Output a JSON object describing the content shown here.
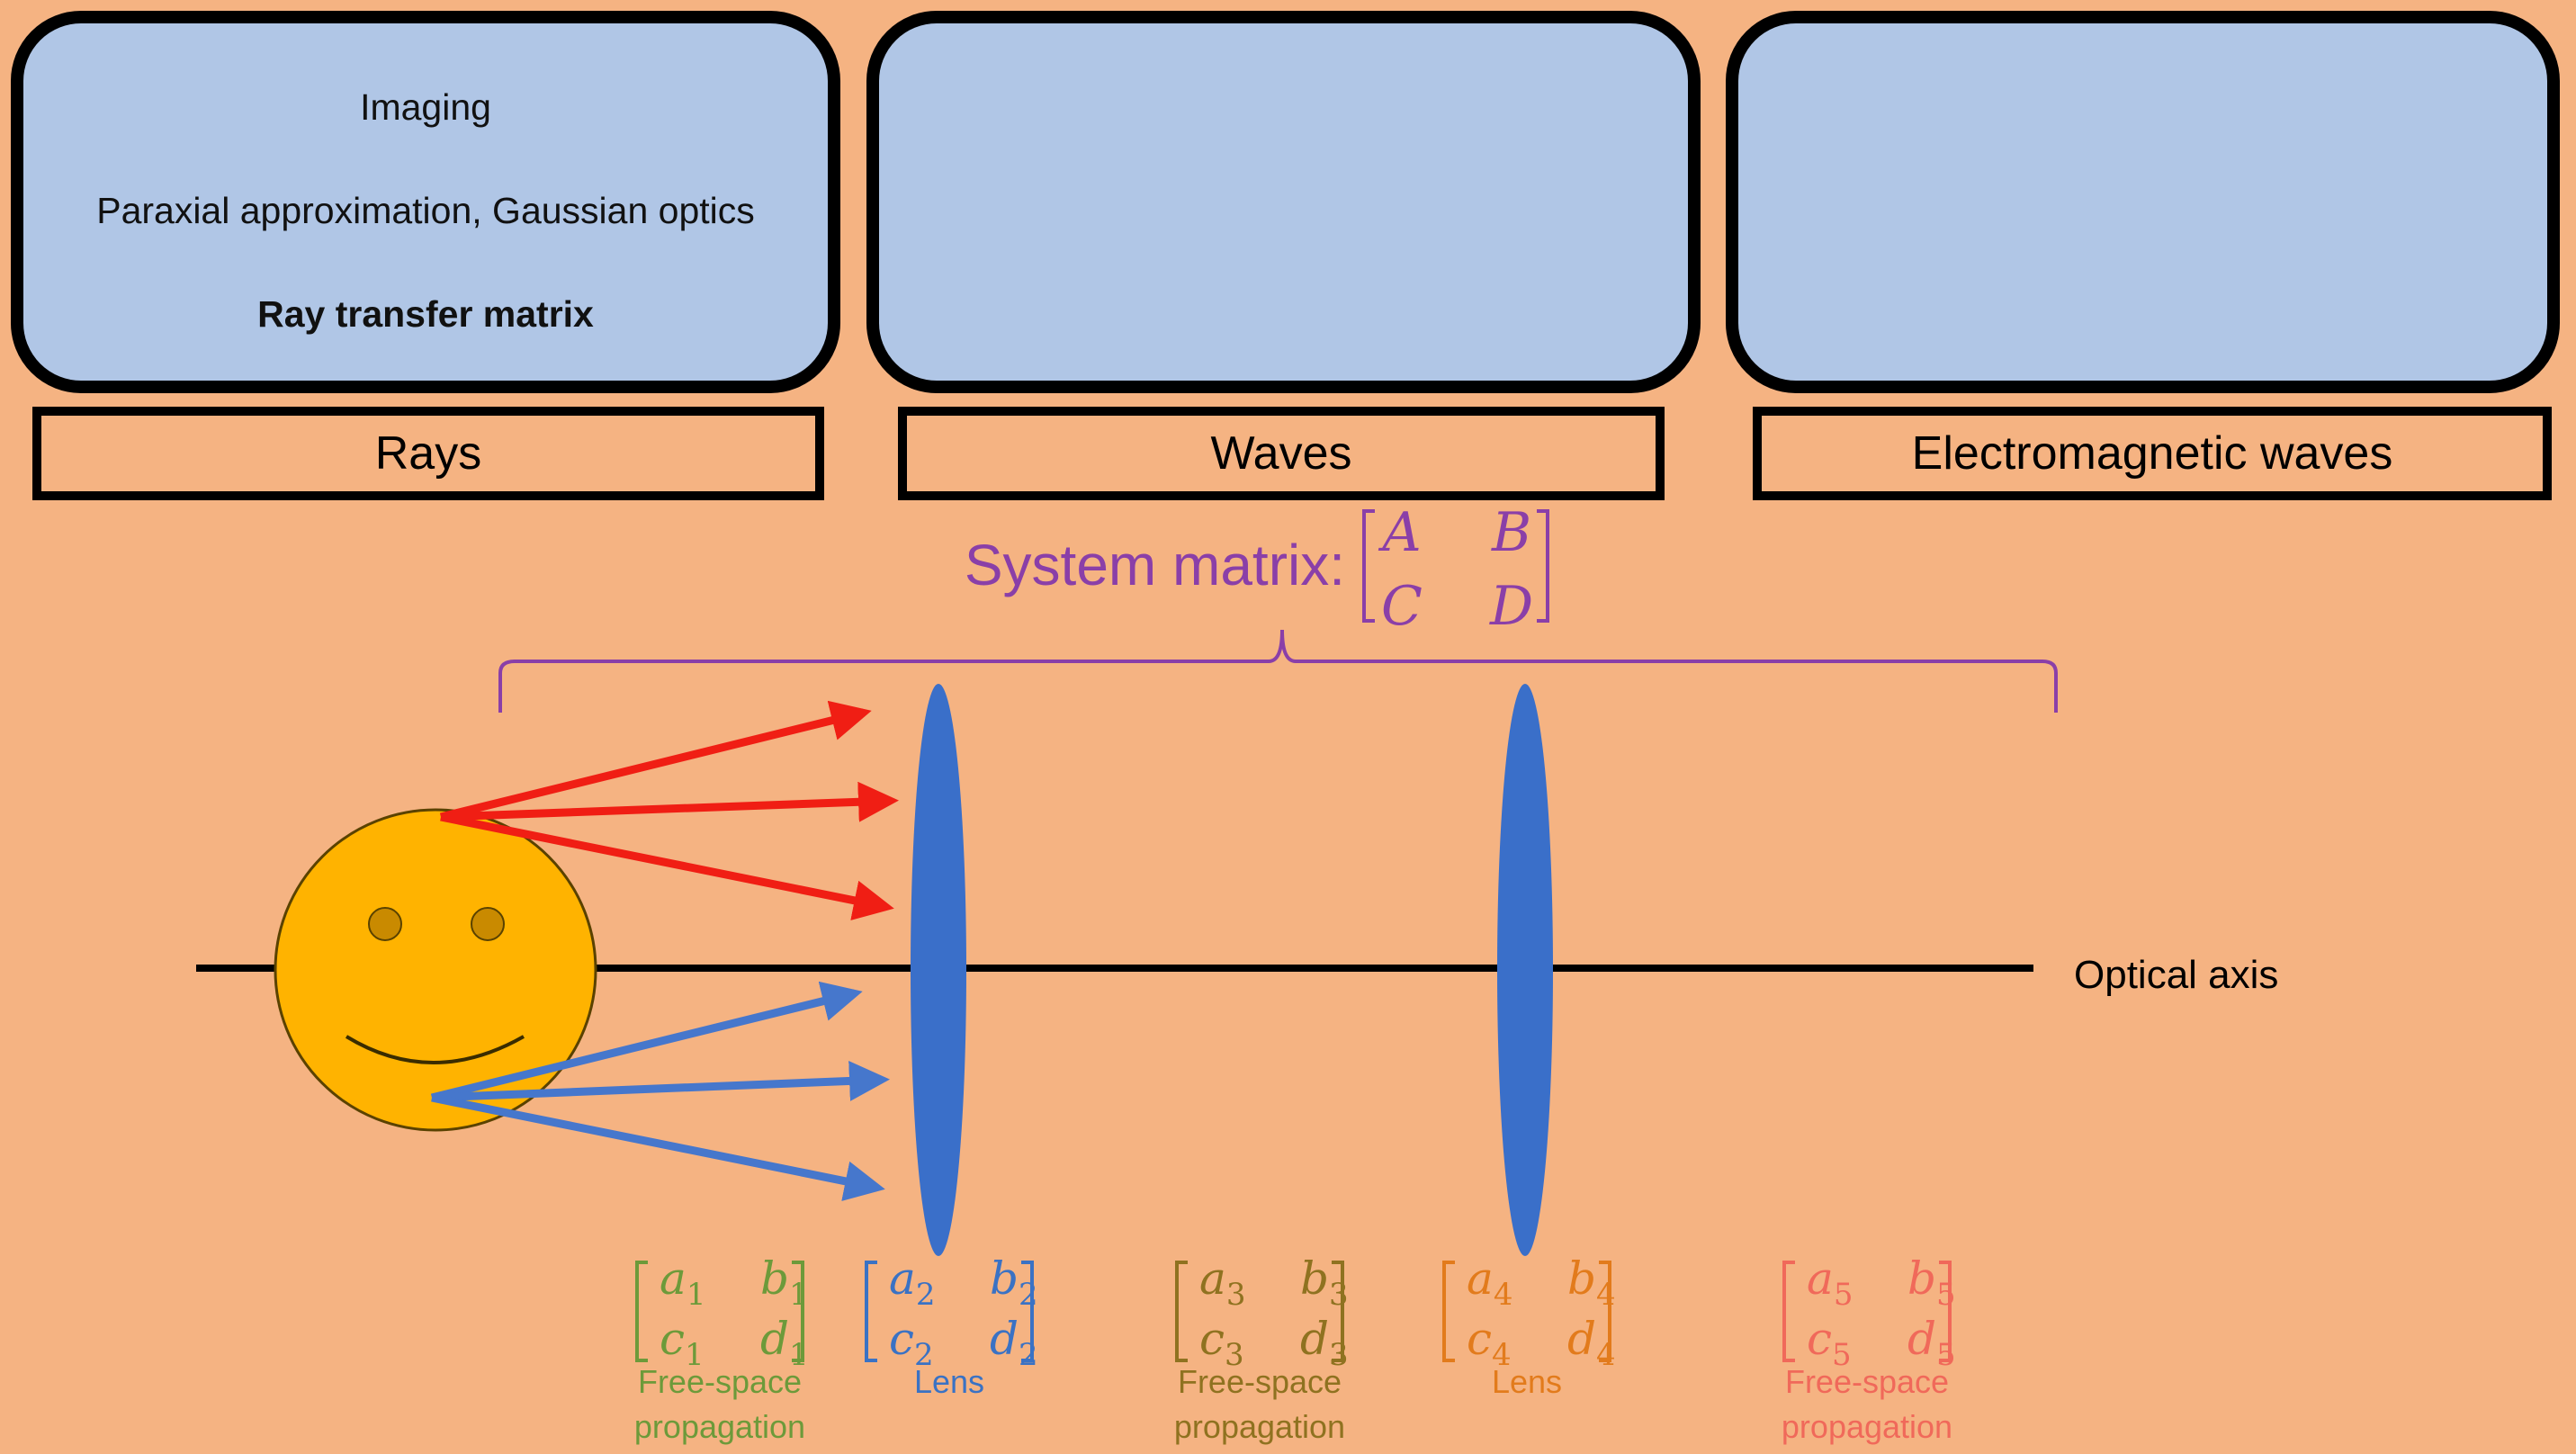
{
  "panels": {
    "rays": {
      "lines": [
        "Imaging",
        "Paraxial approximation, Gaussian optics",
        "Ray transfer  matrix"
      ],
      "label": "Rays"
    },
    "waves": {
      "label": "Waves"
    },
    "em": {
      "label": "Electromagnetic waves"
    }
  },
  "system_matrix": {
    "label": "System matrix:",
    "entries": [
      "A",
      "B",
      "C",
      "D"
    ],
    "color": "#8a3fa8"
  },
  "optical_axis_label": "Optical axis",
  "colors": {
    "background": "#f5b382",
    "panel": "#b0c6e6",
    "lens": "#3a6fc9",
    "face": "#ffb300",
    "ray_red": "#f01e14",
    "ray_blue": "#4677cc"
  },
  "matrices": [
    {
      "entries": [
        "a",
        "1",
        "b",
        "1",
        "c",
        "1",
        "d",
        "1"
      ],
      "caption": [
        "Free-space",
        "propagation"
      ],
      "color": "#6d9a3a"
    },
    {
      "entries": [
        "a",
        "2",
        "b",
        "2",
        "c",
        "2",
        "d",
        "2"
      ],
      "caption": [
        "Lens"
      ],
      "color": "#3a72c4"
    },
    {
      "entries": [
        "a",
        "3",
        "b",
        "3",
        "c",
        "3",
        "d",
        "3"
      ],
      "caption": [
        "Free-space",
        "propagation"
      ],
      "color": "#8f7220"
    },
    {
      "entries": [
        "a",
        "4",
        "b",
        "4",
        "c",
        "4",
        "d",
        "4"
      ],
      "caption": [
        "Lens"
      ],
      "color": "#e27b1c"
    },
    {
      "entries": [
        "a",
        "5",
        "b",
        "5",
        "c",
        "5",
        "d",
        "5"
      ],
      "caption": [
        "Free-space",
        "propagation"
      ],
      "color": "#f0695a"
    }
  ]
}
